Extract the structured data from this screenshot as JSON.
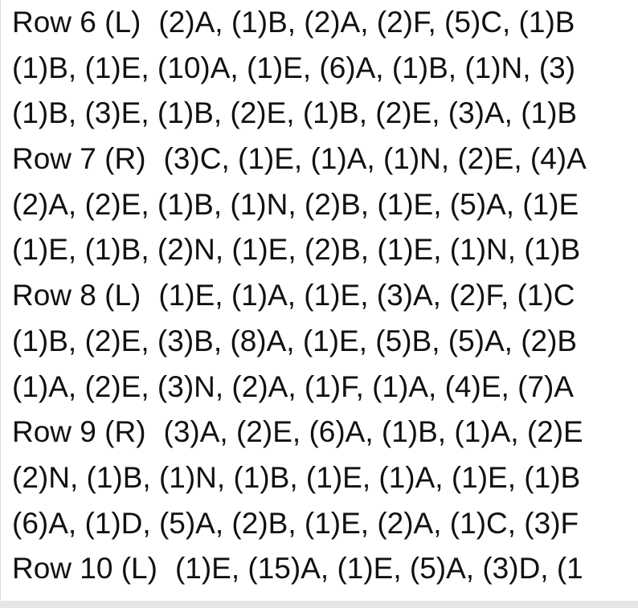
{
  "pattern": {
    "lines": [
      {
        "label": "Row 6 (L)",
        "text": "(2)A, (1)B, (2)A, (2)F, (5)C, (1)B"
      },
      {
        "label": "",
        "text": "(1)B, (1)E, (10)A, (1)E, (6)A, (1)B, (1)N, (3)"
      },
      {
        "label": "",
        "text": "(1)B, (3)E, (1)B, (2)E, (1)B, (2)E, (3)A, (1)B"
      },
      {
        "label": "Row 7 (R)",
        "text": "(3)C, (1)E, (1)A, (1)N, (2)E, (4)A"
      },
      {
        "label": "",
        "text": "(2)A, (2)E, (1)B, (1)N, (2)B, (1)E, (5)A, (1)E"
      },
      {
        "label": "",
        "text": "(1)E, (1)B, (2)N, (1)E, (2)B, (1)E, (1)N, (1)B"
      },
      {
        "label": "Row 8 (L)",
        "text": "(1)E, (1)A, (1)E, (3)A, (2)F, (1)C"
      },
      {
        "label": "",
        "text": "(1)B, (2)E, (3)B, (8)A, (1)E, (5)B, (5)A, (2)B"
      },
      {
        "label": "",
        "text": "(1)A, (2)E, (3)N, (2)A, (1)F, (1)A, (4)E, (7)A"
      },
      {
        "label": "Row 9 (R)",
        "text": "(3)A, (2)E, (6)A, (1)B, (1)A, (2)E"
      },
      {
        "label": "",
        "text": "(2)N, (1)B, (1)N, (1)B, (1)E, (1)A, (1)E, (1)B"
      },
      {
        "label": "",
        "text": "(6)A, (1)D, (5)A, (2)B, (1)E, (2)A, (1)C, (3)F"
      },
      {
        "label": "Row 10 (L)",
        "text": "(1)E, (15)A, (1)E, (5)A, (3)D, (1"
      }
    ]
  }
}
